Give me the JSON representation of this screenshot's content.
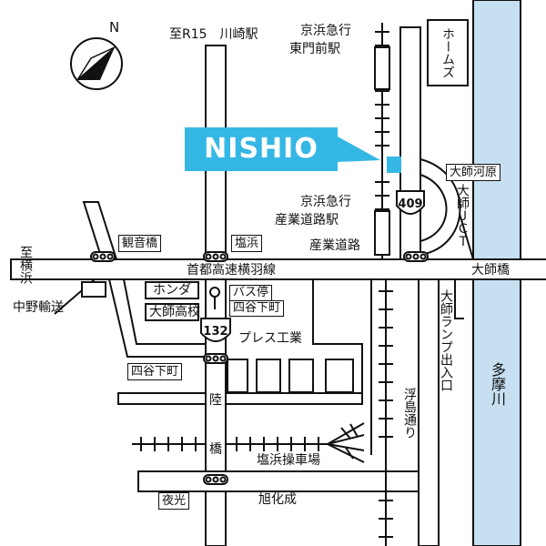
{
  "brand": {
    "name": "NISHIO",
    "color": "#35b7e5"
  },
  "compass": {
    "north_label": "N"
  },
  "route_signs": {
    "r409": "409",
    "r132": "132"
  },
  "labels": {
    "to_r15_kawasaki": "至R15　川崎駅",
    "keikyu_1": "京浜急行",
    "higashimonzen": "東門前駅",
    "homes": "ホームズ",
    "daishikawara": "大師河原",
    "daishi_jct": "大師ＪＣＴ",
    "keikyu_2": "京浜急行",
    "sangyodoro_station": "産業道路駅",
    "sangyodoro": "産業道路",
    "kannonbashi": "観音橋",
    "shiohama": "塩浜",
    "to_yokohama": "至横浜",
    "expressway": "首都高速横羽線",
    "daishibashi": "大師橋",
    "nakano_yuso": "中野輸送",
    "honda": "ホンダ",
    "daishi_hs": "大師高校",
    "bus_stop": "バス停",
    "yotsuya_shimocho_busstop": "四谷下町",
    "press_kogyo": "プレス工業",
    "daishi_ramp": "大師ランプ出入口",
    "tamagawa": "多摩川",
    "yotsuya_shimocho": "四谷下町",
    "rikkyo_1": "陸",
    "ukishima_dori": "浮島通り",
    "rikkyo_2": "橋",
    "shiohama_yard": "塩浜操車場",
    "yako": "夜光",
    "asahi_kasei": "旭化成"
  },
  "colors": {
    "river": "#c6e0f2",
    "line": "#111111",
    "accent": "#35b7e5"
  }
}
